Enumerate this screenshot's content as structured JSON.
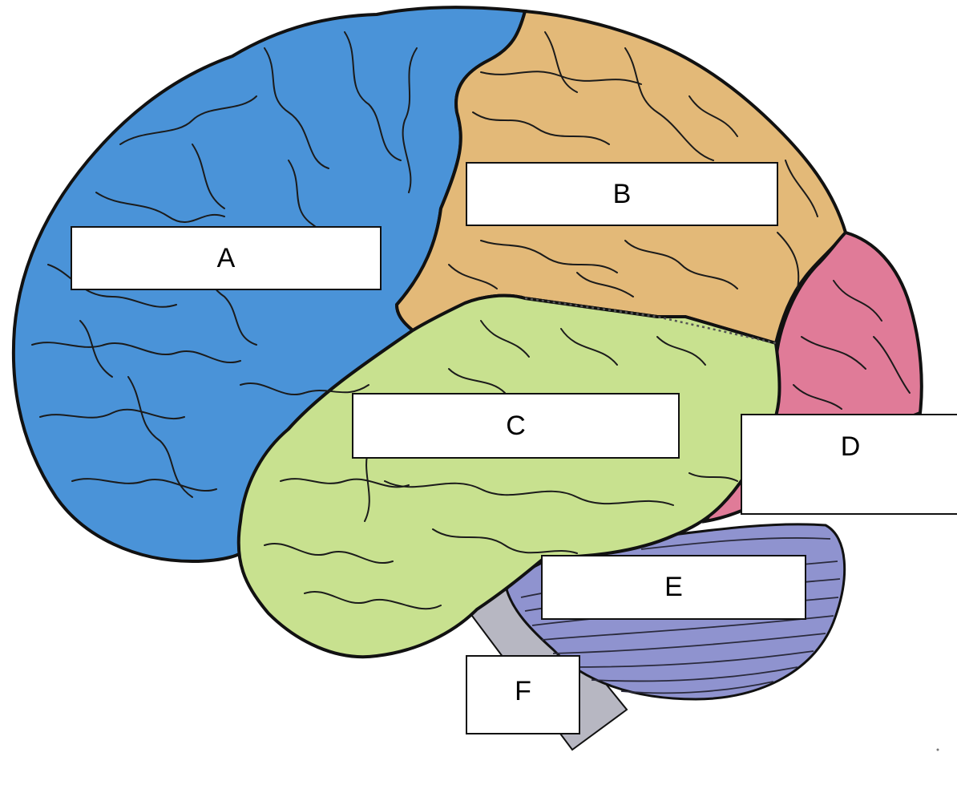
{
  "labels": {
    "a": "A",
    "b": "B",
    "c": "C",
    "d": "D",
    "e": "E",
    "f": "F"
  },
  "colors": {
    "region_a": "#4a93d8",
    "region_b": "#e3b978",
    "region_c": "#c8e18f",
    "region_d": "#e07b98",
    "region_e": "#8f93cf",
    "region_f": "#b7b7c2",
    "outline": "#111111"
  }
}
